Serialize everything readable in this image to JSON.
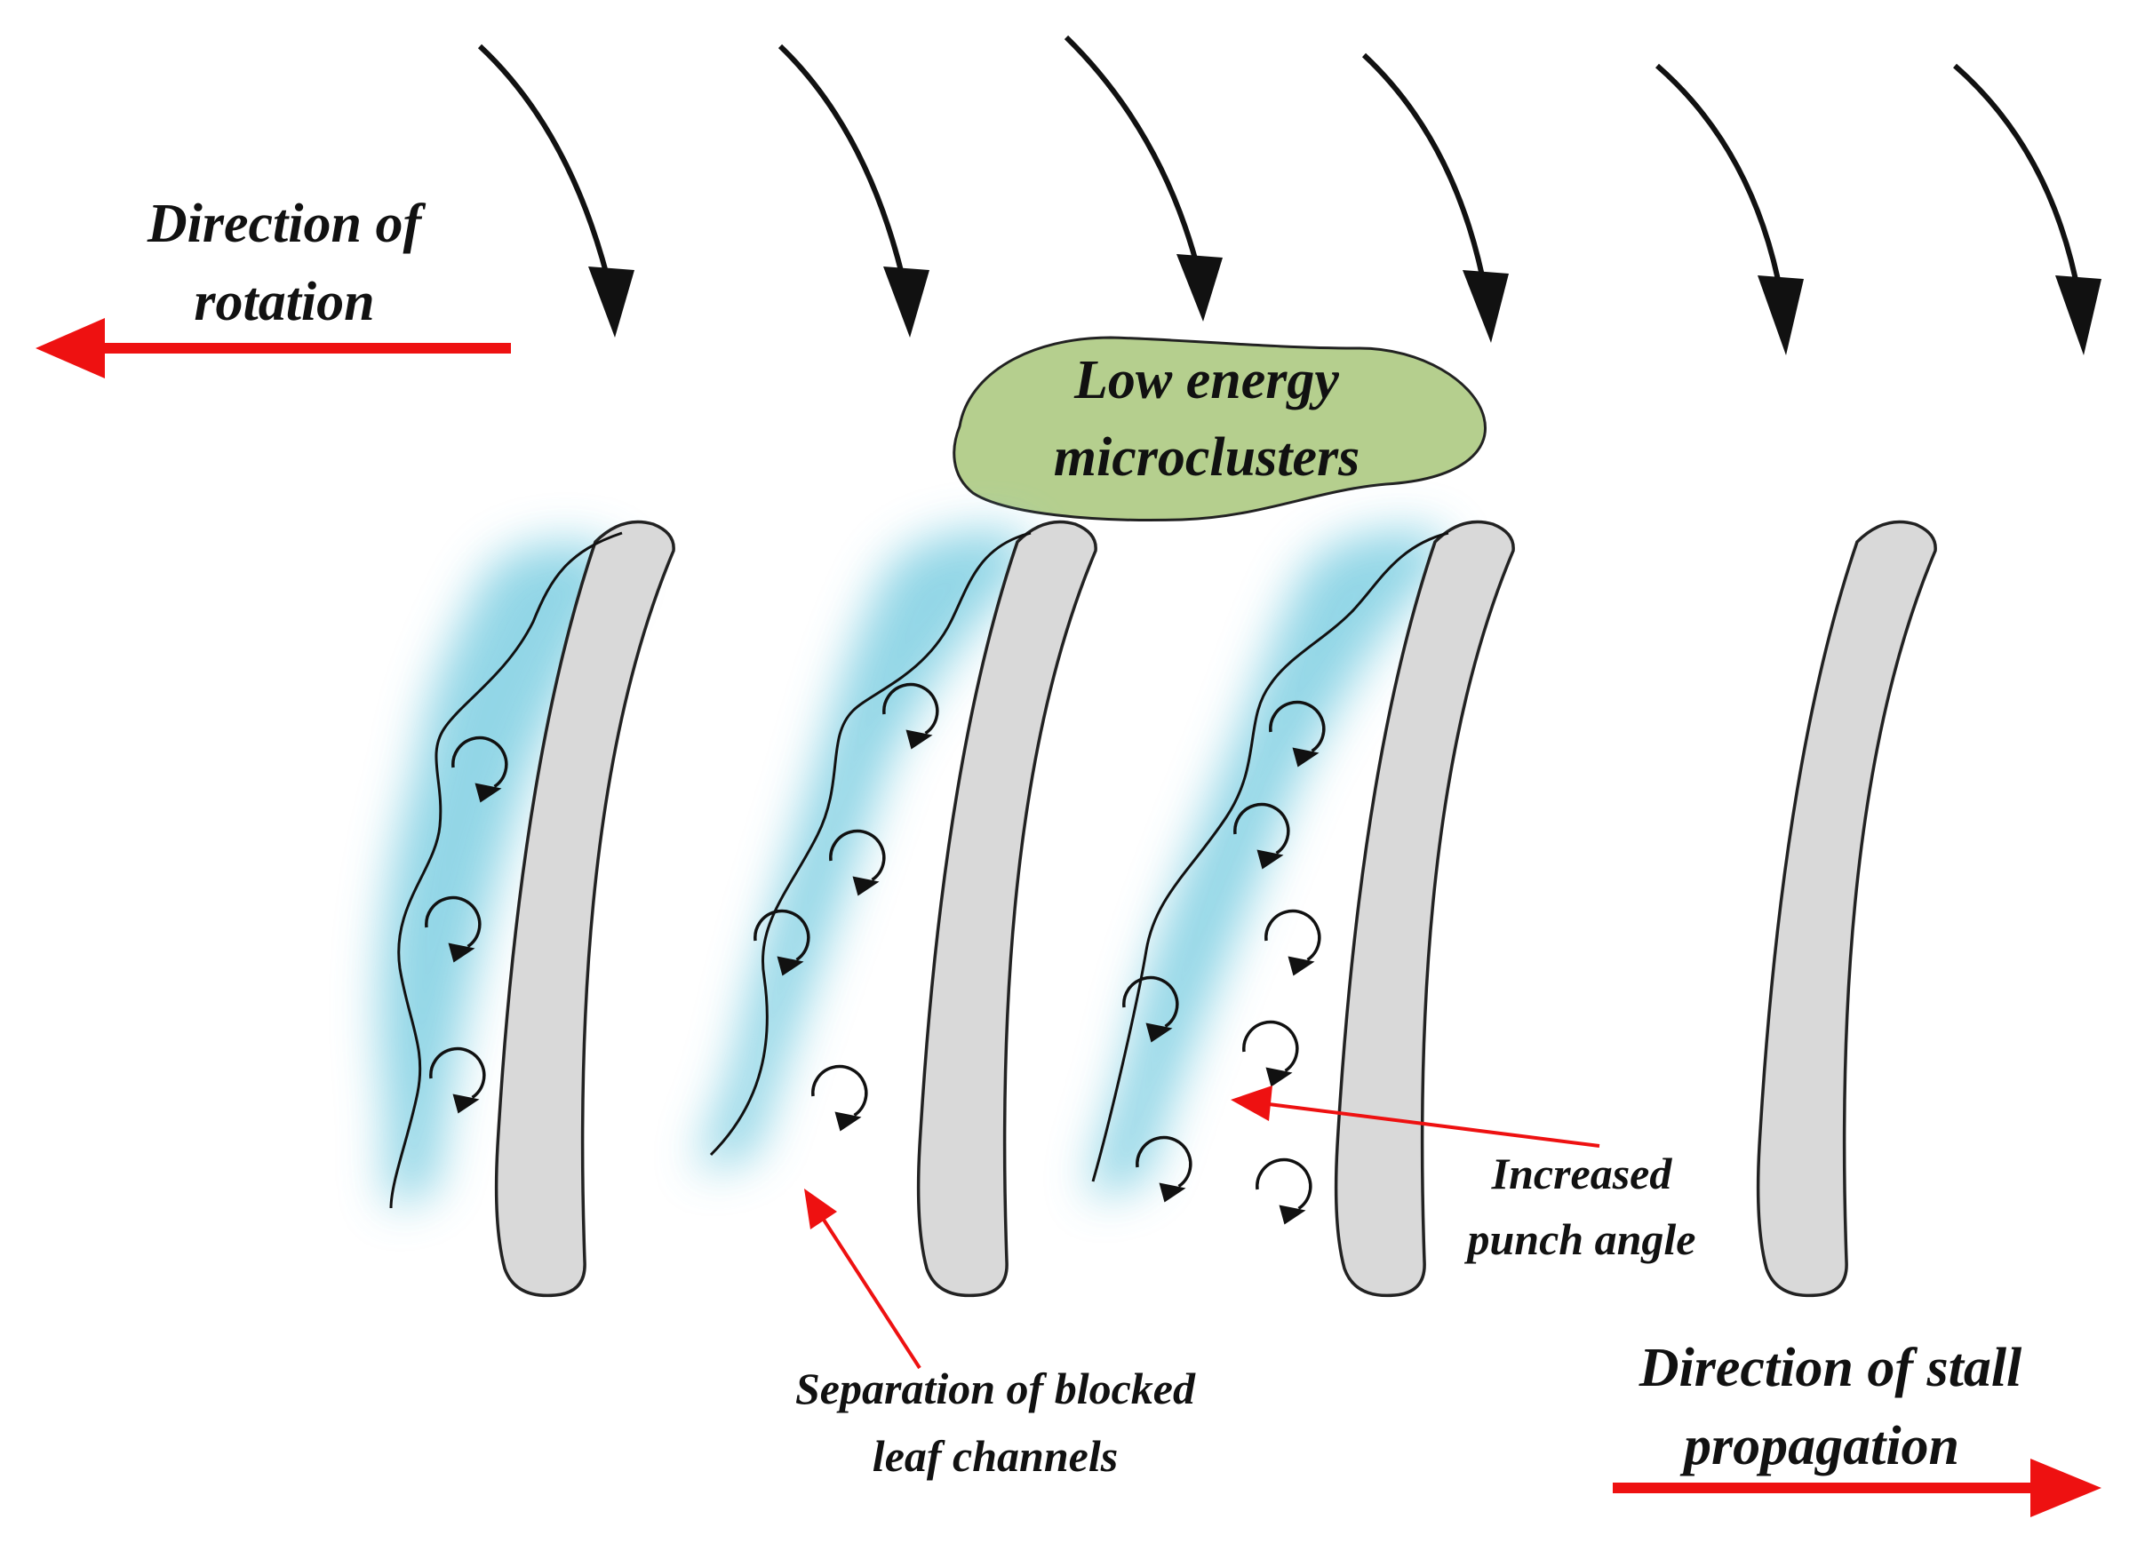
{
  "labels": {
    "rotation_line1": "Direction of",
    "rotation_line2": "rotation",
    "cluster_line1": "Low energy",
    "cluster_line2": "microclusters",
    "punch_line1": "Increased",
    "punch_line2": "punch angle",
    "separation_line1": "Separation of blocked",
    "separation_line2": "leaf channels",
    "stall_line1": "Direction of stall",
    "stall_line2": "propagation"
  },
  "colors": {
    "arrow_red": "#ee1111",
    "blade_fill": "#d9d9d9",
    "cluster_fill": "#b5cf8e",
    "glow": "#7fcfe2",
    "ink": "#111111"
  }
}
